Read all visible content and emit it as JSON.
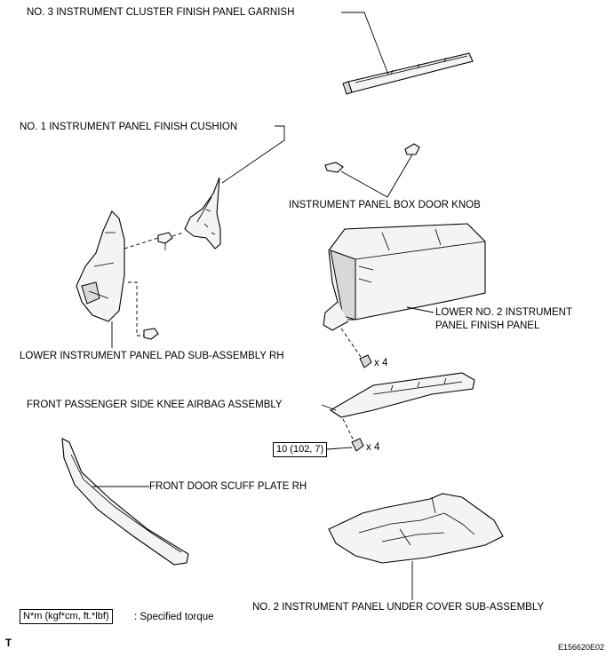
{
  "labels": {
    "cluster_garnish": "NO. 3 INSTRUMENT CLUSTER FINISH PANEL GARNISH",
    "finish_cushion": "NO. 1 INSTRUMENT PANEL FINISH CUSHION",
    "box_door_knob": "INSTRUMENT PANEL BOX DOOR KNOB",
    "lower_no2_line1": "LOWER NO. 2 INSTRUMENT",
    "lower_no2_line2": "PANEL FINISH PANEL",
    "lower_pad_rh": "LOWER INSTRUMENT PANEL PAD SUB-ASSEMBLY RH",
    "knee_airbag": "FRONT PASSENGER SIDE KNEE AIRBAG ASSEMBLY",
    "scuff_plate": "FRONT DOOR SCUFF PLATE RH",
    "under_cover": "NO. 2 INSTRUMENT PANEL UNDER COVER SUB-ASSEMBLY"
  },
  "fasteners": {
    "qty_upper": "x 4",
    "qty_lower": "x 4",
    "torque_value": "10 (102, 7)"
  },
  "legend": {
    "units": "N*m (kgf*cm, ft.*lbf)",
    "description": ": Specified torque"
  },
  "footer": {
    "left_mark": "T",
    "figure_code": "E156620E02"
  }
}
